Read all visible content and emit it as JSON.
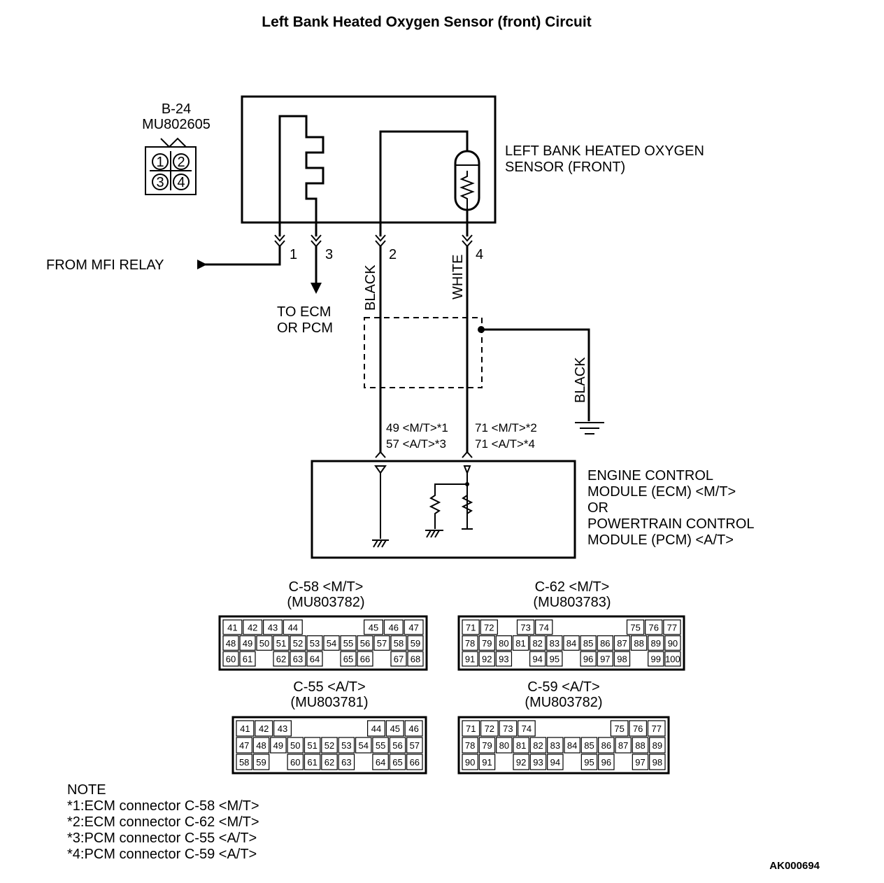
{
  "title": "Left Bank Heated Oxygen Sensor (front) Circuit",
  "connector_b24": {
    "id": "B-24",
    "part": "MU802605",
    "pins": [
      "1",
      "2",
      "3",
      "4"
    ]
  },
  "sensor_label": [
    "LEFT BANK HEATED OXYGEN",
    "SENSOR (FRONT)"
  ],
  "from_relay": "FROM MFI RELAY",
  "to_ecm": [
    "TO ECM",
    "OR PCM"
  ],
  "pin_numbers": [
    "1",
    "3",
    "2",
    "4"
  ],
  "wire_colors": {
    "pin2": "BLACK",
    "pin4": "WHITE",
    "shield": "BLACK"
  },
  "ecm_pins_left": [
    "49 <M/T>*1",
    "57 <A/T>*3"
  ],
  "ecm_pins_right": [
    "71 <M/T>*2",
    "71 <A/T>*4"
  ],
  "ecm_label": [
    "ENGINE CONTROL",
    "MODULE (ECM) <M/T>",
    "OR",
    "POWERTRAIN CONTROL",
    "MODULE (PCM) <A/T>"
  ],
  "connectors": [
    {
      "title": "C-58 <M/T>",
      "part": "(MU803782)",
      "rows": [
        [
          "41",
          "42",
          "43",
          "44",
          "",
          "",
          "",
          "45",
          "46",
          "47"
        ],
        [
          "48",
          "49",
          "50",
          "51",
          "52",
          "53",
          "54",
          "55",
          "56",
          "57",
          "58",
          "59"
        ],
        [
          "60",
          "61",
          "",
          "62",
          "63",
          "64",
          "",
          "65",
          "66",
          "",
          "67",
          "68"
        ]
      ]
    },
    {
      "title": "C-62 <M/T>",
      "part": "(MU803783)",
      "rows": [
        [
          "71",
          "72",
          "",
          "73",
          "74",
          "",
          "",
          "",
          "",
          "75",
          "76",
          "77"
        ],
        [
          "78",
          "79",
          "80",
          "81",
          "82",
          "83",
          "84",
          "85",
          "86",
          "87",
          "88",
          "89",
          "90"
        ],
        [
          "91",
          "92",
          "93",
          "",
          "94",
          "95",
          "",
          "96",
          "97",
          "98",
          "",
          "99",
          "100"
        ]
      ]
    },
    {
      "title": "C-55 <A/T>",
      "part": "(MU803781)",
      "rows": [
        [
          "41",
          "42",
          "43",
          "",
          "",
          "",
          "",
          "44",
          "45",
          "46"
        ],
        [
          "47",
          "48",
          "49",
          "50",
          "51",
          "52",
          "53",
          "54",
          "55",
          "56",
          "57"
        ],
        [
          "58",
          "59",
          "",
          "60",
          "61",
          "62",
          "63",
          "",
          "64",
          "65",
          "66"
        ]
      ]
    },
    {
      "title": "C-59 <A/T>",
      "part": "(MU803782)",
      "rows": [
        [
          "71",
          "72",
          "73",
          "74",
          "",
          "",
          "",
          "",
          "75",
          "76",
          "77"
        ],
        [
          "78",
          "79",
          "80",
          "81",
          "82",
          "83",
          "84",
          "85",
          "86",
          "87",
          "88",
          "89"
        ],
        [
          "90",
          "91",
          "",
          "92",
          "93",
          "94",
          "",
          "95",
          "96",
          "",
          "97",
          "98"
        ]
      ]
    }
  ],
  "note": {
    "heading": "NOTE",
    "lines": [
      "*1:ECM connector C-58 <M/T>",
      "*2:ECM connector C-62 <M/T>",
      "*3:PCM connector C-55 <A/T>",
      "*4:PCM connector C-59 <A/T>"
    ]
  },
  "figure_code": "AK000694"
}
